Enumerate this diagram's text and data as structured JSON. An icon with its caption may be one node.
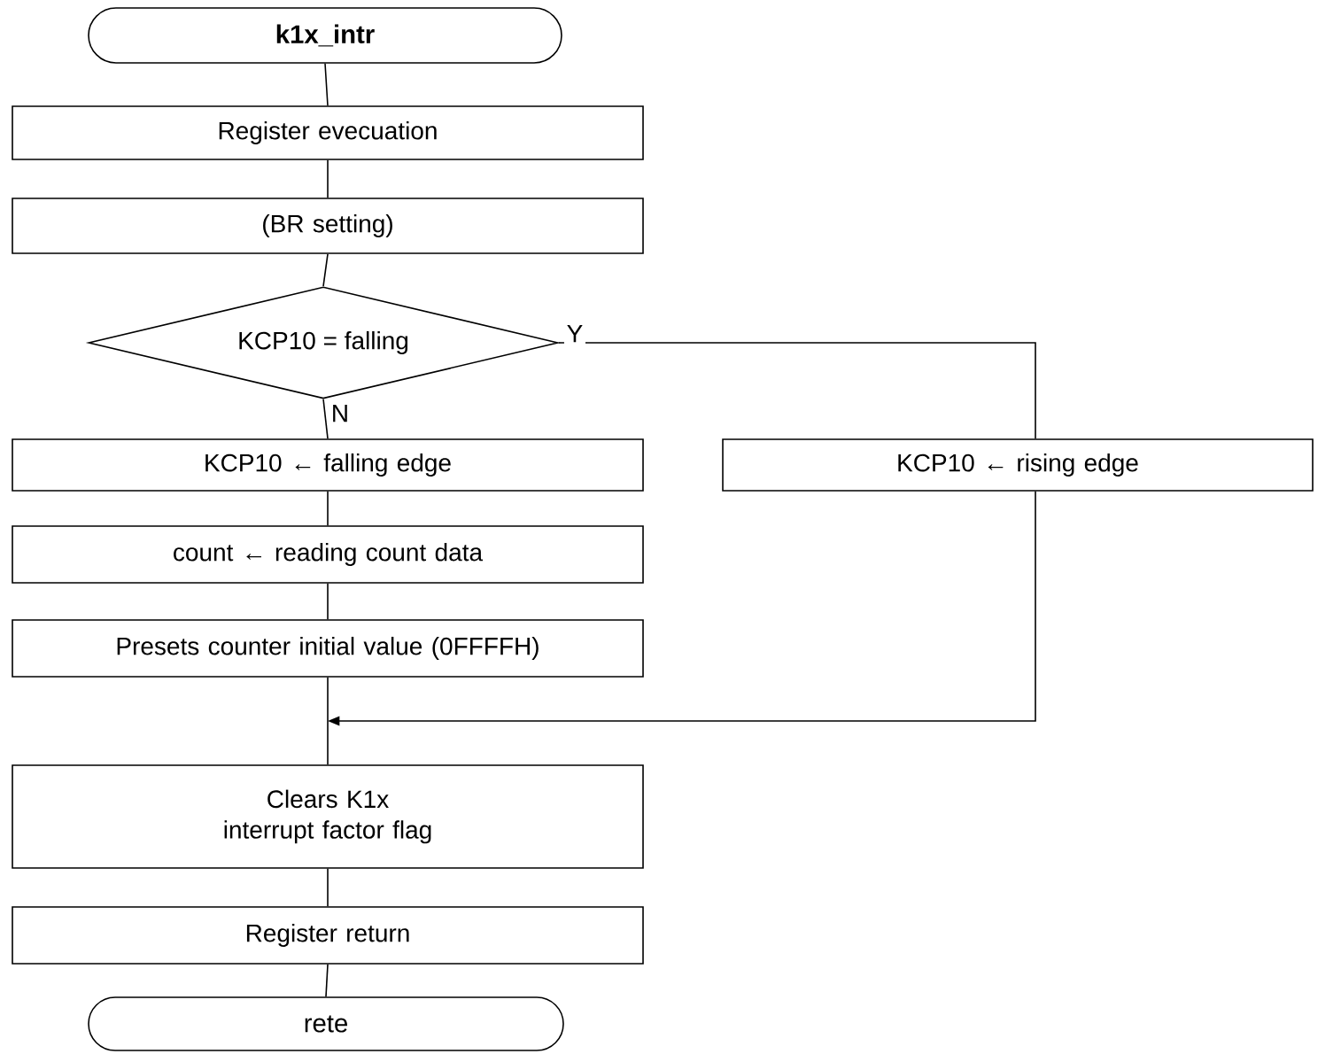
{
  "diagram": {
    "nodes": [
      {
        "text": [
          "k1x_intr"
        ]
      },
      {
        "text": [
          "Register evecuation"
        ]
      },
      {
        "text": [
          "(BR setting)"
        ]
      },
      {
        "text": [
          "KCP10 = falling"
        ]
      },
      {
        "text": [
          "KCP10 ← falling edge"
        ]
      },
      {
        "text": [
          "KCP10 ← rising edge"
        ]
      },
      {
        "text": [
          "count ← reading count data"
        ]
      },
      {
        "text": [
          "Presets counter initial value (0FFFFH)"
        ]
      },
      {
        "text": [
          "Clears K1x interrupt factor flag"
        ]
      },
      {
        "text": [
          "Register return"
        ]
      },
      {
        "text": [
          "rete"
        ]
      }
    ],
    "edges": [
      {
        "from": 0,
        "to": 1,
        "arrow": "none"
      },
      {
        "from": 1,
        "to": 2,
        "arrow": "none"
      },
      {
        "from": 2,
        "to": 3,
        "arrow": "none"
      },
      {
        "from": 3,
        "to": 4,
        "arrow": "none",
        "label": "N"
      },
      {
        "from": 3,
        "to": 5,
        "arrow": "none",
        "label": "Y"
      },
      {
        "from": 4,
        "to": 6,
        "arrow": "none"
      },
      {
        "from": 6,
        "to": 7,
        "arrow": "none"
      },
      {
        "from": 7,
        "to": 8,
        "arrow": "none"
      },
      {
        "from": 5,
        "to": 8,
        "arrow": "to"
      },
      {
        "from": 8,
        "to": 9,
        "arrow": "none"
      },
      {
        "from": 9,
        "to": 10,
        "arrow": "none"
      }
    ]
  }
}
